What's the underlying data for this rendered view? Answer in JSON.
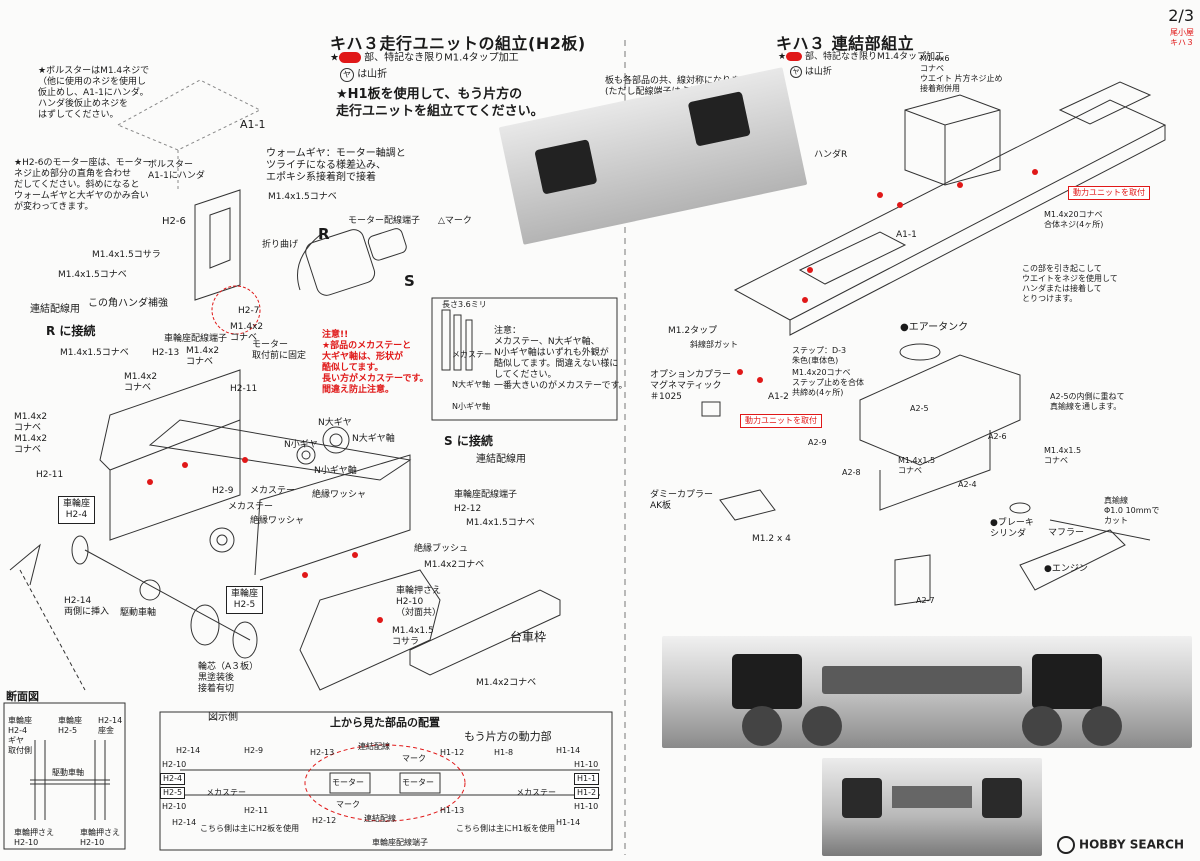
{
  "page": {
    "number": "2/3",
    "note": "尾小屋\nキハ３"
  },
  "left": {
    "title": "キハ３走行ユニットの組立(H2板)",
    "legend1_suffix": "部、特記なき限りM1.4タップ加工",
    "legend2": "は山折",
    "yama": "ヤ",
    "instruction": "★H1板を使用して、もう片方の\n走行ユニットを組立ててください。",
    "photo_note": "板も各部品の共、線対称になります。\n(ただし配線端子は点対称)",
    "note_bolster": "★ボルスターはM1.4ネジで\n（他に使用のネジを使用し\n仮止めし、A1-1にハンダ。\nハンダ後仮止めネジを\nはずしてください。",
    "note_motor": "★H2-6のモーター座は、モーター\nネジ止め部分の直角を合わせ\nだしてください。斜めになると\nウォームギヤと大ギヤのかみ合い\nが変わってきます。",
    "a1_1": "A1-1",
    "bolster_label": "ボルスター\nA1-1にハンダ",
    "worm_note": "ウォームギヤ：モーター軸調と\nツライチになる様差込み、\nエポキシ系接着剤で接着",
    "h2_6": "H2-6",
    "screw_pan_15": "M1.4x1.5コナベ",
    "sara_15": "M1.4x1.5コサラ",
    "nabe_15": "M1.4x1.5コナベ",
    "orimage": "折り曲げ",
    "motor_terminal": "モーター配線端子",
    "mark": "△マーク",
    "R": "R",
    "S": "S",
    "connect_wire": "連結配線用",
    "corner_solder": "この角ハンダ補強",
    "R_connect": "R に接続",
    "nabe_15b": "M1.4x1.5コナベ",
    "h2_7": "H2-7",
    "m14x2_a": "M1.4x2\nコナベ",
    "motor_fix": "モーター\n取付前に固定",
    "wheel_terminal": "車輪座配線端子",
    "h2_13": "H2-13",
    "m14x2_b": "M1.4x2\nコナベ",
    "m14x2_c": "M1.4x2\nコナベ",
    "h2_11": "H2-11",
    "m14x2_d": "M1.4x2\nコナベ\nM1.4x2\nコナベ",
    "h2_11b": "H2-11",
    "warn": "注意!!\n★部品のメカステーと\n大ギヤ軸は、形状が\n酷似してます。\n長い方がメカステーです。\n間違え防止注意。",
    "gear_n_big": "N大ギヤ",
    "gear_n_big_axis": "N大ギヤ軸",
    "gear_n_small": "N小ギヤ",
    "gear_n_small_axis": "N小ギヤ軸",
    "h2_9": "H2-9",
    "mecha": "メカステー",
    "insul_washer": "絶縁ワッシャ",
    "mecha2": "メカステー",
    "insul_washer2": "絶縁ワッシャ",
    "s_connect": "S に接続",
    "connect_wire2": "連結配線用",
    "wheel_terminal2": "車輪座配線端子",
    "h2_12": "H2-12",
    "nabe_15c": "M1.4x1.5コナベ",
    "insul_bush": "絶縁ブッシュ",
    "nabe_2e": "M1.4x2コナベ",
    "wheel_seat_h24": "車輪座\nH2-4",
    "h2_14": "H2-14\n両側に挿入",
    "drive_axle": "駆動車軸",
    "wheel_seat_h25": "車輪座\nH2-5",
    "wheel_press": "車輪押さえ\nH2-10\n（対面共）",
    "sara_15b": "M1.4x1.5\nコサラ",
    "bogie_frame": "台車枠",
    "nabe_2f": "M1.4x2コナベ",
    "ring_core": "輪芯（A３板）\n黒塗装後\n接着有切",
    "small_box_title": "長さ3.6ミリ",
    "small_box_mecha": "メカステー",
    "small_box_nbig": "N大ギヤ軸",
    "small_box_nsmall": "N小ギヤ軸",
    "caution": "注意：\nメカステー、N大ギヤ軸、\nN小ギヤ軸はいずれも外観が\n酷似してます。間違えない様に\nしてください。\n一番大きいのがメカステーです。"
  },
  "section": {
    "title": "断面図",
    "wheel_seat_gear": "車輪座\nH2-4\nギヤ\n取付側",
    "wheel_seat_h25": "車輪座\nH2-5",
    "h2_14_seat": "H2-14\n座金",
    "drive_axle": "駆動車軸",
    "press1": "車輪押さえ\nH2-10",
    "press2": "車輪押さえ\nH2-10"
  },
  "layout": {
    "title": "上から見た部品の配置",
    "side_label": "図示側",
    "other_unit": "もう片方の動力部",
    "connect_wire": "連結配線",
    "mark": "マーク",
    "motor_a": "モーター",
    "motor_b": "モーター",
    "mark2": "マーク",
    "connect_wire2": "連結配線",
    "h2_side": "こちら側は主にH2板を使用",
    "h1_side": "こちら側は主にH1板を使用",
    "wheel_terminal": "車輪座配線端子",
    "mecha_l": "メカステー",
    "mecha_r": "メカステー",
    "left_tags": [
      "H2-14",
      "H2-9",
      "H2-13",
      "H2-10",
      "H2-4",
      "H2-5",
      "H2-10",
      "H2-14",
      "H2-11",
      "H2-12"
    ],
    "right_tags": [
      "H1-12",
      "H1-8",
      "H1-14",
      "H1-10",
      "H1-1",
      "H1-2",
      "H1-10",
      "H1-14",
      "H1-13"
    ]
  },
  "right": {
    "title": "キハ３ 連結部組立",
    "legend1_suffix": "部、特記なき限りM1.4タップ加工",
    "legend2": "は山折",
    "yama": "ヤ",
    "weight_note": "M1.4x6\nコナベ\nウエイト 片方ネジ止め\n接着剤併用",
    "solder_r": "ハンダR",
    "drive_unit_fix": "動力ユニットを取付",
    "m14x20": "M1.4x20コナベ\n合体ネジ(4ヶ所)",
    "a1_1": "A1-1",
    "pull_note": "この部を引き起こして\nウエイトをネジを使用して\nハンダまたは接着して\nとりつけます。",
    "m12_tap": "M1.2タップ",
    "slant": "斜線部ガット",
    "air_tank": "●エアータンク",
    "step": "ステップ：D-3\n朱色(車体色)",
    "m14x20b": "M1.4x20コナベ\nステップ止めを合体\n共締め(4ヶ所)",
    "option_coupler": "オプションカプラー\nマグネマティック\n＃1025",
    "a1_2": "A1-2",
    "drive_unit_fix2": "動力ユニットを取付",
    "a2_9": "A2-9",
    "a2_8": "A2-8",
    "a2_5": "A2-5",
    "a2_5_note": "A2-5の内側に重ねて\n真鍮線を通します。",
    "a2_6": "A2-6",
    "m14x15_r": "M1.4x1.5\nコナベ",
    "m14x15_r2": "M1.4x1.5\nコナベ",
    "a2_4": "A2-4",
    "dummy_coupler": "ダミーカプラー\nAK板",
    "brass": "真鍮線\nΦ1.0 10mmで\nカット",
    "brake": "●ブレーキ\nシリンダ",
    "muffler": "マフラー",
    "m12x4": "M1.2 x 4",
    "engine": "●エンジン",
    "a2_7": "A2-7"
  },
  "watermark": "HOBBY SEARCH"
}
